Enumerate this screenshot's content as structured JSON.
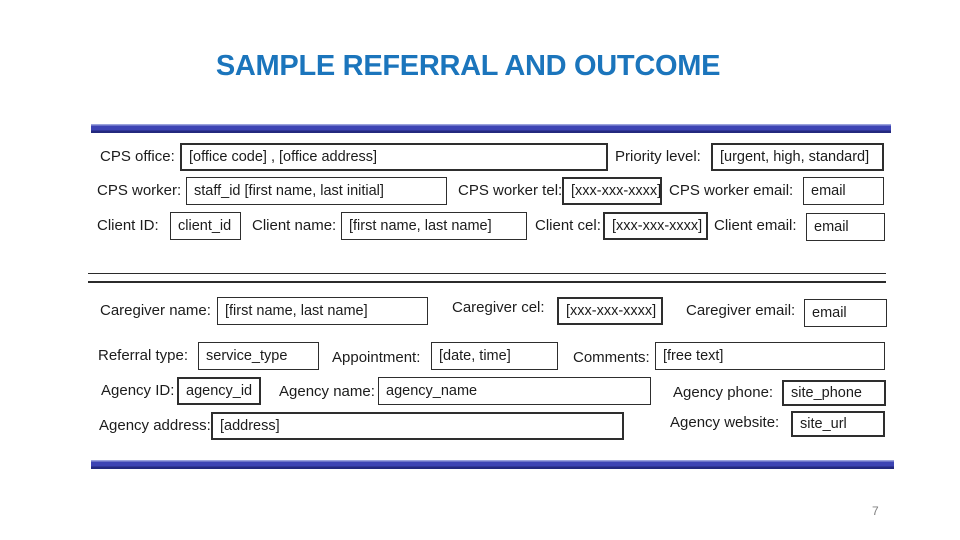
{
  "slide": {
    "title": "SAMPLE REFERRAL AND OUTCOME",
    "page_number": "7"
  },
  "colors": {
    "title_blue": "#1b75bc",
    "bar_blue": "#3d44b4",
    "bar_blue_dark": "#23297e",
    "bar_blue_light": "#9aa2dc",
    "text": "#1c1c1c",
    "page_number_gray": "#7f7f7f"
  },
  "form": {
    "fields": {
      "cps_office": {
        "label": "CPS office:",
        "value": "[office code] , [office address]"
      },
      "priority_level": {
        "label": "Priority level:",
        "value": "[urgent, high, standard]"
      },
      "cps_worker": {
        "label": "CPS worker:",
        "value": "staff_id [first name, last initial]"
      },
      "cps_worker_tel": {
        "label": "CPS worker tel:",
        "value": "[xxx-xxx-xxxx]"
      },
      "cps_worker_email": {
        "label": "CPS worker email:",
        "value": "email"
      },
      "client_id": {
        "label": "Client ID:",
        "value": "client_id"
      },
      "client_name": {
        "label": "Client name:",
        "value": "[first name, last name]"
      },
      "client_cel": {
        "label": "Client cel:",
        "value": "[xxx-xxx-xxxx]"
      },
      "client_email": {
        "label": "Client email:",
        "value": "email"
      },
      "caregiver_name": {
        "label": "Caregiver name:",
        "value": "[first name, last name]"
      },
      "caregiver_cel": {
        "label": "Caregiver cel:",
        "value": "[xxx-xxx-xxxx]"
      },
      "caregiver_email": {
        "label": "Caregiver email:",
        "value": "email"
      },
      "referral_type": {
        "label": "Referral type:",
        "value": "service_type"
      },
      "appointment": {
        "label": "Appointment:",
        "value": "[date, time]"
      },
      "comments": {
        "label": "Comments:",
        "value": "[free text]"
      },
      "agency_id": {
        "label": "Agency ID:",
        "value": "agency_id"
      },
      "agency_name": {
        "label": "Agency name:",
        "value": "agency_name"
      },
      "agency_phone": {
        "label": "Agency phone:",
        "value": "site_phone"
      },
      "agency_address": {
        "label": "Agency address:",
        "value": "[address]"
      },
      "agency_website": {
        "label": "Agency website:",
        "value": "site_url"
      }
    }
  }
}
